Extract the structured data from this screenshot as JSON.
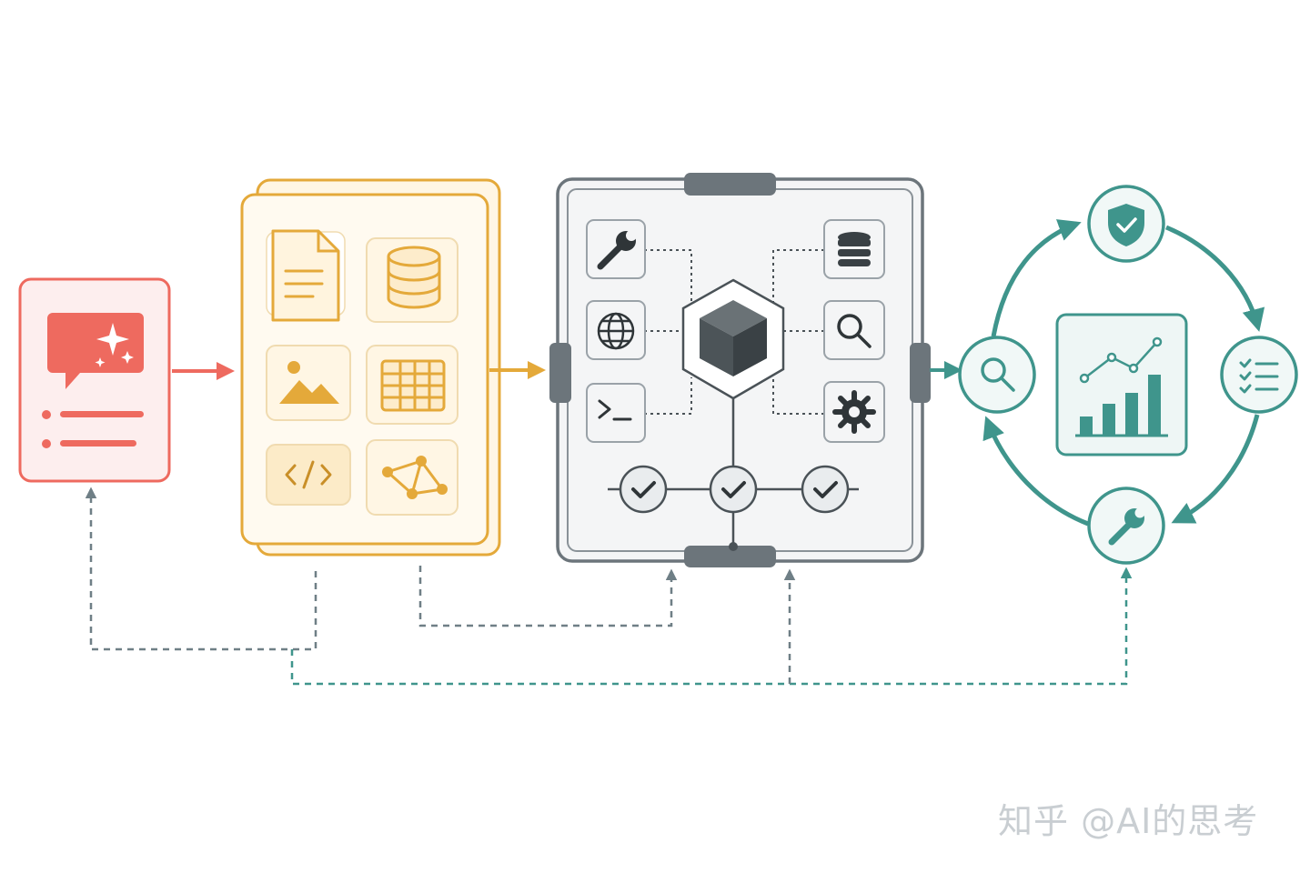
{
  "watermark": "知乎 @AI的思考",
  "colors": {
    "red": "#ee6a5f",
    "red_fill": "#fdeeee",
    "amber": "#e4a93a",
    "amber_fill": "#fff6e4",
    "gray": "#6c757b",
    "gray_fill": "#f4f5f6",
    "teal": "#3f958c",
    "teal_fill": "#f1f8f7",
    "dash_gray": "#6f7f86",
    "dash_teal": "#3f958c"
  },
  "stages": [
    {
      "name": "prompt-card",
      "icons": [
        "chat-sparkle-icon",
        "list-icon"
      ]
    },
    {
      "name": "resources-stack",
      "icons": [
        "document-icon",
        "database-icon",
        "image-icon",
        "table-icon",
        "code-icon",
        "graph-icon"
      ]
    },
    {
      "name": "agent-runtime",
      "icons": [
        "wrench-icon",
        "globe-icon",
        "terminal-icon",
        "database-icon",
        "search-icon",
        "gear-icon",
        "cube-icon",
        "check-icon"
      ]
    },
    {
      "name": "evaluation-loop",
      "icons": [
        "shield-check-icon",
        "checklist-icon",
        "wrench-icon",
        "search-icon",
        "chart-icon"
      ]
    }
  ]
}
